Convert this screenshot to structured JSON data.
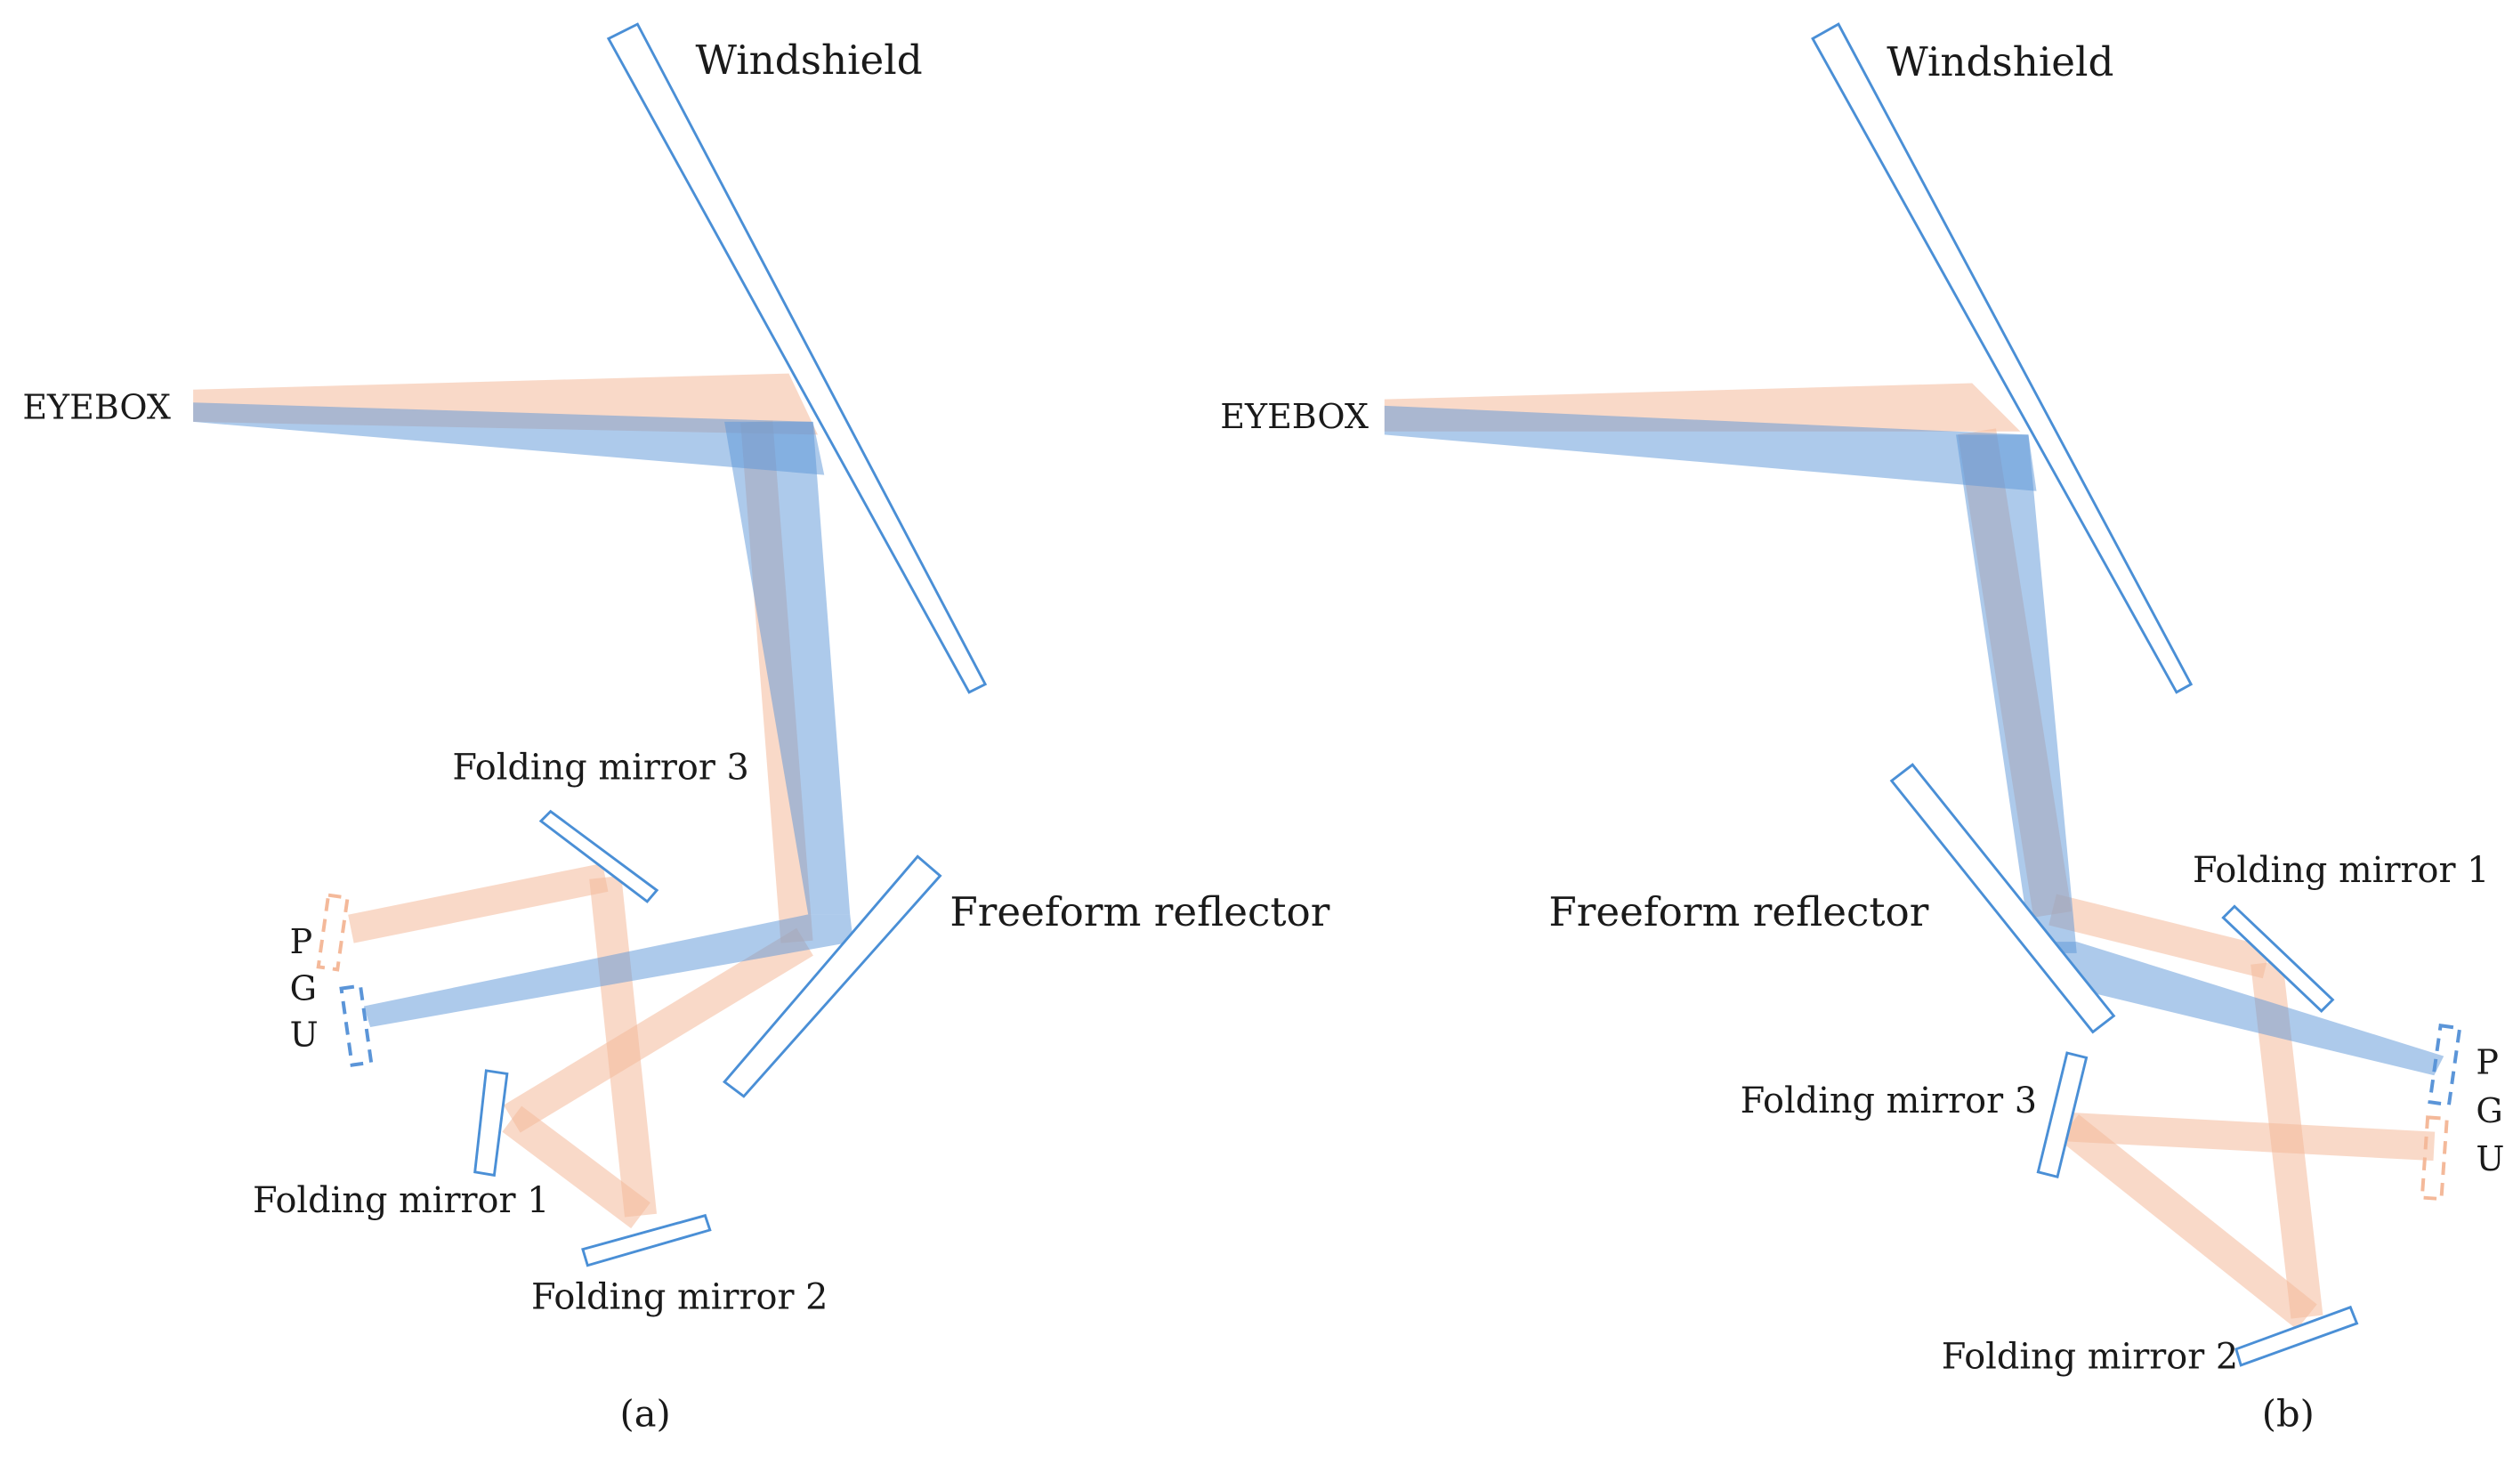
{
  "colors": {
    "blue_beam": "#5b95d8",
    "orange_beam": "#f4b99a",
    "outline": "#4a8fd6",
    "text": "#1a1a1a",
    "background": "#ffffff"
  },
  "panel_a": {
    "caption": "(a)",
    "labels": {
      "windshield": "Windshield",
      "eyebox": "EYEBOX",
      "freeform": "Freeform reflector",
      "fm1": "Folding mirror 1",
      "fm2": "Folding mirror 2",
      "fm3": "Folding mirror 3",
      "pgu_p": "P",
      "pgu_g": "G",
      "pgu_u": "U"
    }
  },
  "panel_b": {
    "caption": "(b)",
    "labels": {
      "windshield": "Windshield",
      "eyebox": "EYEBOX",
      "freeform": "Freeform reflector",
      "fm1": "Folding mirror 1",
      "fm2": "Folding mirror 2",
      "fm3": "Folding mirror 3",
      "pgu_p": "P",
      "pgu_g": "G",
      "pgu_u": "U"
    }
  }
}
